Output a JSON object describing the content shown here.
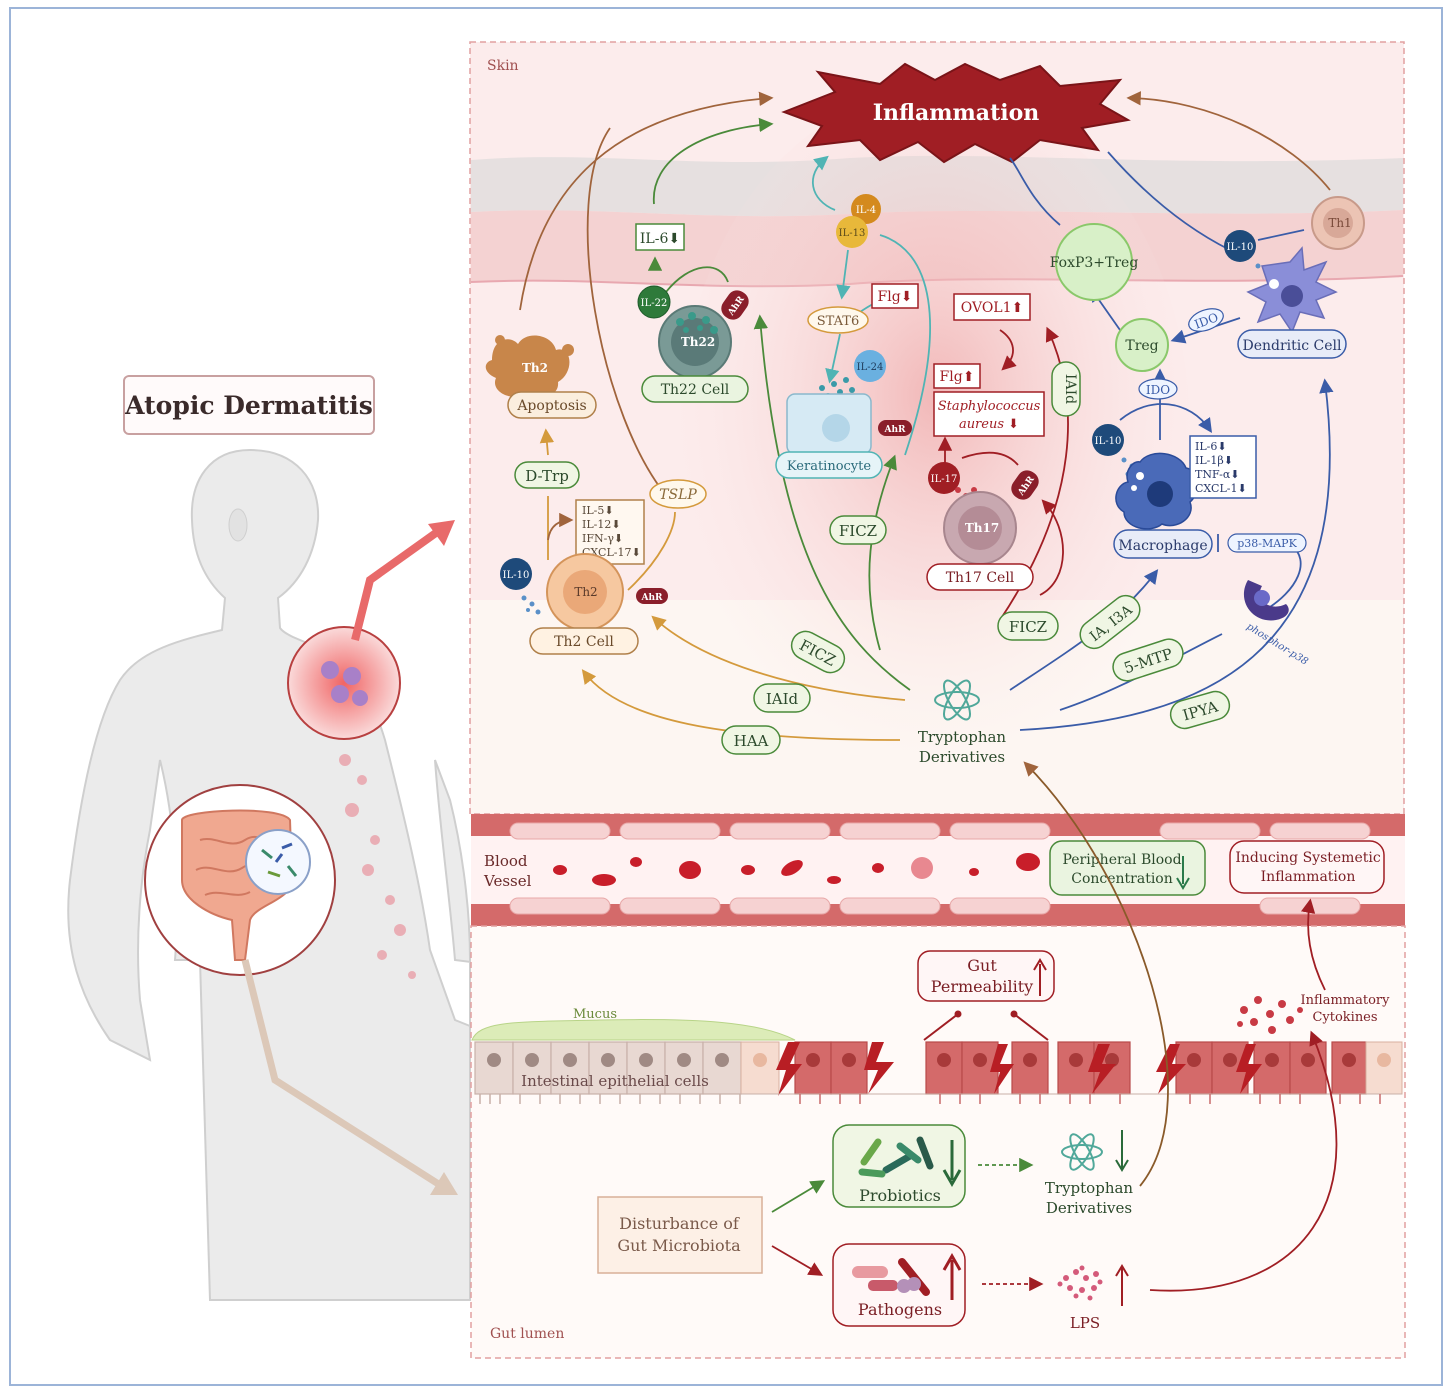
{
  "title": "Atopic Dermatitis",
  "regions": {
    "skin": "Skin",
    "blood_vessel_line1": "Blood",
    "blood_vessel_line2": "Vessel",
    "gut_lumen": "Gut lumen",
    "mucus": "Mucus",
    "intestinal_epithelial": "Intestinal epithelial cells"
  },
  "inflammation": "Inflammation",
  "cells": {
    "th22_inner": "Th22",
    "th22_label": "Th22 Cell",
    "th2_apoptotic": "Th2",
    "apoptosis": "Apoptosis",
    "keratinocyte": "Keratinocyte",
    "th17_inner": "Th17",
    "th17_label": "Th17 Cell",
    "th2_inner": "Th2",
    "th2_label": "Th2 Cell",
    "foxp3": "FoxP3+Treg",
    "treg": "Treg",
    "dendritic": "Dendritic Cell",
    "macrophage": "Macrophage",
    "th1": "Th1"
  },
  "molecules": {
    "il6_down": "IL-6⬇",
    "il22": "IL-22",
    "ahr": "AhR",
    "il4": "IL-4",
    "il13": "IL-13",
    "stat6": "STAT6",
    "flg_down": "Flg⬇",
    "il24": "IL-24",
    "ovol1": "OVOL1⬆",
    "flg_up": "Flg⬆",
    "staph_line1": "Staphylococcus",
    "staph_line2": "aureus ⬇",
    "il17": "IL-17",
    "il10": "IL-10",
    "ido": "IDO",
    "p38mapk": "p38-MAPK",
    "phospho": "phosphor-p38",
    "tslp": "TSLP",
    "dtrp": "D-Trp",
    "ficz": "FICZ",
    "iaid": "IAId",
    "ia_i3a": "IA, I3A",
    "s_mtp": "5-MTP",
    "ipya": "IPYA",
    "haa": "HAA",
    "tryp_line1": "Tryptophan",
    "tryp_line2": "Derivatives"
  },
  "th2_cytokines": [
    "IL-5⬇",
    "IL-12⬇",
    "IFN-γ⬇",
    "CXCL-17⬇"
  ],
  "macrophage_cytokines": [
    "IL-6⬇",
    "IL-1β⬇",
    "TNF-α⬇",
    "CXCL-1⬇"
  ],
  "blood": {
    "peripheral_line1": "Peripheral Blood",
    "peripheral_line2": "Concentration",
    "systemic_line1": "Inducing Systemetic",
    "systemic_line2": "Inflammation"
  },
  "gut": {
    "permeability_line1": "Gut",
    "permeability_line2": "Permeability",
    "inflammatory_line1": "Inflammatory",
    "inflammatory_line2": "Cytokines",
    "disturbance_line1": "Disturbance of",
    "disturbance_line2": "Gut Microbiota",
    "probiotics": "Probiotics",
    "pathogens": "Pathogens",
    "tryp_line1": "Tryptophan",
    "tryp_line2": "Derivatives",
    "lps": "LPS"
  },
  "colors": {
    "green": "#4a8a3a",
    "dark_red": "#a01e24",
    "brown": "#a0643c",
    "blue": "#3a5ca8",
    "teal": "#50b4b4",
    "skin_bg": "#fbeaea",
    "blood_wall": "#d46a6a"
  }
}
